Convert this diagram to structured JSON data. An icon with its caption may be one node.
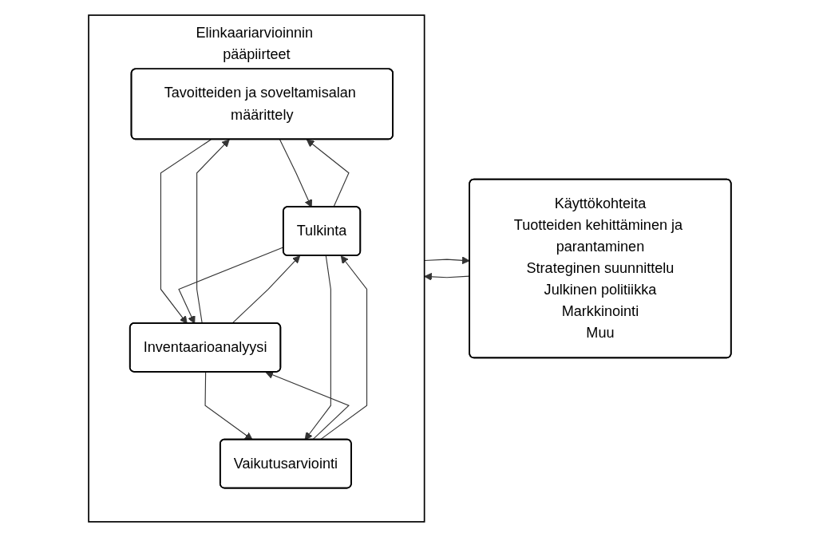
{
  "diagram": {
    "nodes": [
      {
        "text": [
          "Elinkaariarvioinnin pääpiirteet"
        ]
      },
      {
        "text": [
          "Tavoitteiden ja soveltamisalan määrittely"
        ],
        "in": 0
      },
      {
        "text": [
          "Inventaarioanalyysi"
        ],
        "in": 0
      },
      {
        "text": [
          "Vaikutusarviointi"
        ],
        "in": 0
      },
      {
        "text": [
          "Tulkinta"
        ],
        "in": 0
      },
      {
        "text": [
          "Käyttökohteita",
          "Tuotteiden kehittäminen ja parantaminen",
          "Strateginen suunnittelu",
          "Julkinen politiikka",
          "Markkinointi",
          "Muu"
        ]
      }
    ],
    "edges": [
      {
        "from": 1,
        "to": 4,
        "arrow": "to"
      },
      {
        "from": 4,
        "to": 1,
        "arrow": "to"
      },
      {
        "from": 2,
        "to": 1,
        "arrow": "to"
      },
      {
        "from": 1,
        "to": 2,
        "arrow": "to"
      },
      {
        "from": 2,
        "to": 4,
        "arrow": "to"
      },
      {
        "from": 4,
        "to": 2,
        "arrow": "to"
      },
      {
        "from": 3,
        "to": 2,
        "arrow": "to"
      },
      {
        "from": 2,
        "to": 3,
        "arrow": "to"
      },
      {
        "from": 3,
        "to": 4,
        "arrow": "to"
      },
      {
        "from": 4,
        "to": 3,
        "arrow": "to"
      },
      {
        "from": 0,
        "to": 5,
        "arrow": "to"
      },
      {
        "from": 5,
        "to": 0,
        "arrow": "to"
      }
    ]
  }
}
